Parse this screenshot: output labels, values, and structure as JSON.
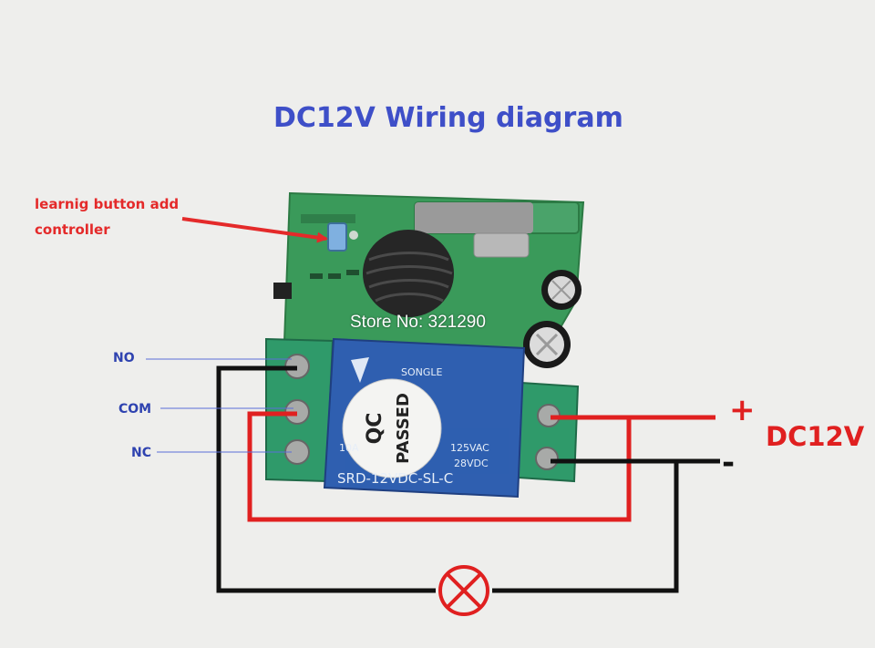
{
  "diagram": {
    "title": "DC12V Wiring diagram",
    "annotation": {
      "line1": "learnig button add",
      "line2": "controller"
    },
    "terminals": {
      "no": "NO",
      "com": "COM",
      "nc": "NC"
    },
    "watermark": "Store No: 321290",
    "power": {
      "plus": "+",
      "minus": "-",
      "label": "DC12V"
    },
    "relay": {
      "brand": "SONGLE",
      "model": "SRD-12VDC-SL-C",
      "ratings": [
        "10A",
        "125VAC",
        "28VDC"
      ],
      "sticker": [
        "QC",
        "PASSED"
      ]
    },
    "colors": {
      "title": "#3e4fc8",
      "annotation": "#e42a2a",
      "terminal_labels": "#2f43b0",
      "wire_positive": "#e02020",
      "wire_negative": "#111111",
      "pcb": "#3a9a5a",
      "terminal_block": "#2f9a6a",
      "relay": "#2f5fb0"
    }
  }
}
